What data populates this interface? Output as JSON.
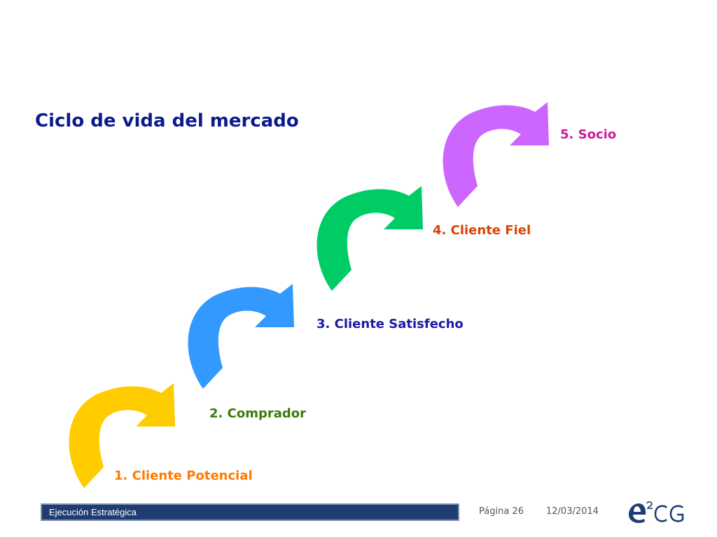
{
  "slide": {
    "title": "Ciclo de vida del mercado",
    "title_color": "#0d1a8c"
  },
  "diagram": {
    "steps": [
      {
        "label": "1. Cliente Potencial",
        "color": "#ffcc00",
        "label_color": "#ff7a00"
      },
      {
        "label": "2. Comprador",
        "color": "#3399ff",
        "label_color": "#3c7a0a"
      },
      {
        "label": "3. Cliente Satisfecho",
        "color": "#00cc66",
        "label_color": "#1a1aa6"
      },
      {
        "label": "4. Cliente Fiel",
        "color": "#00cc66",
        "label_color": "#d94400"
      },
      {
        "label": "5. Socio",
        "color": "#cc66ff",
        "label_color": "#cc1a99"
      }
    ]
  },
  "footer": {
    "section": "Ejecución Estratégica",
    "page": "Página 26",
    "date": "12/03/2014",
    "logo": {
      "icon": "e2cg-logo-icon",
      "color": "#1f3d73"
    }
  }
}
